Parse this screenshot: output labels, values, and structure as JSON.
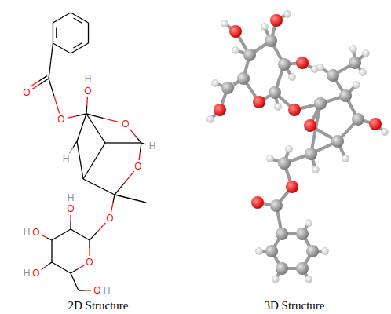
{
  "diagram": {
    "labels": [
      "H",
      "O",
      "O",
      "O",
      "O",
      "O",
      "H",
      "H",
      "O",
      "O",
      "O",
      "H",
      "O",
      "H",
      "O",
      "H",
      "O",
      "H",
      "2D Structure",
      "3D Structure"
    ]
  }
}
